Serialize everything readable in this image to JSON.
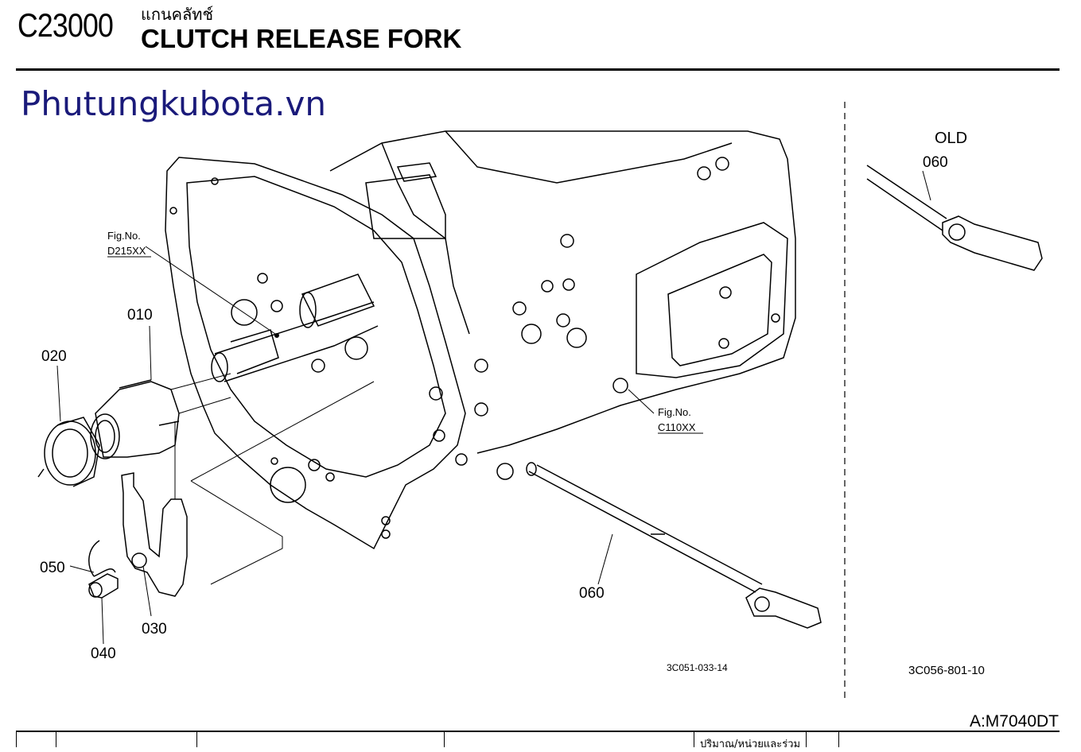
{
  "header": {
    "code": "C23000",
    "thai_title": "แกนคลัทช์",
    "title": "CLUTCH RELEASE FORK"
  },
  "watermark": "Phutungkubota.vn",
  "callouts": {
    "p010": "010",
    "p020": "020",
    "p030": "030",
    "p040": "040",
    "p050": "050",
    "p060": "060",
    "old_060": "060",
    "old_label": "OLD",
    "fig_d215_a": "Fig.No.",
    "fig_d215_b": "D215XX",
    "fig_c110_a": "Fig.No.",
    "fig_c110_b": "C110XX"
  },
  "drawing_codes": {
    "main": "3C051-033-14",
    "old": "3C056-801-10"
  },
  "model": "A:M7040DT",
  "table_header_partial": "ปริมาณ/หน่วยและร่วม"
}
